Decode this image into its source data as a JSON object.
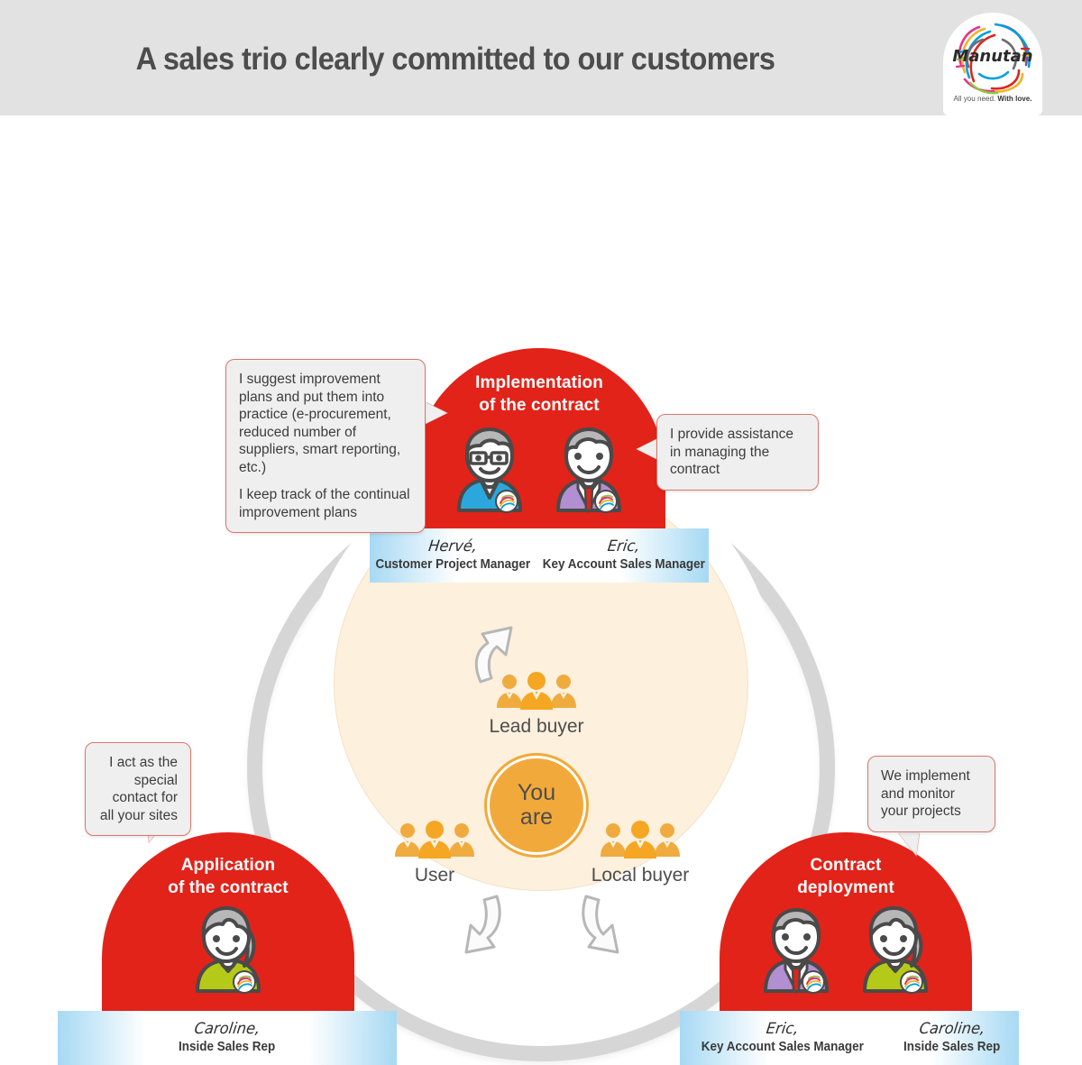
{
  "header": {
    "title": "A sales trio clearly committed to our customers",
    "logo": {
      "wordmark": "Manutan",
      "tagline_light": "All you need. ",
      "tagline_bold": "With love."
    }
  },
  "center": {
    "you_are": "You\nare",
    "roles": [
      {
        "id": "lead-buyer",
        "label": "Lead buyer"
      },
      {
        "id": "user",
        "label": "User"
      },
      {
        "id": "local-buyer",
        "label": "Local buyer"
      }
    ]
  },
  "nodes": {
    "top": {
      "title_line1": "Implementation",
      "title_line2": "of the contract",
      "people": [
        {
          "name": "Hervé,",
          "role": "Customer Project Manager"
        },
        {
          "name": "Eric,",
          "role": "Key Account Sales Manager"
        }
      ]
    },
    "left": {
      "title_line1": "Application",
      "title_line2": "of the contract",
      "people": [
        {
          "name": "Caroline,",
          "role": "Inside Sales Rep"
        }
      ]
    },
    "right": {
      "title_line1": "Contract",
      "title_line2": "deployment",
      "people": [
        {
          "name": "Eric,",
          "role": "Key Account Sales Manager"
        },
        {
          "name": "Caroline,",
          "role": "Inside Sales Rep"
        }
      ]
    }
  },
  "bubbles": {
    "top_left_p1": "I suggest improvement plans and put them into practice (e-procurement, reduced number of suppliers, smart reporting, etc.)",
    "top_left_p2": "I keep track of the continual improvement plans",
    "top_right": "I provide assistance in managing the contract",
    "left": "I act as the special contact for all your sites",
    "right": "We implement and monitor your projects"
  },
  "colors": {
    "red": "#e2231a",
    "orange": "#f2a93b",
    "cream": "#fdf0dd",
    "gray_ring": "#d6d6d6",
    "header_bg": "#e2e2e2",
    "title_text": "#4d4d4d",
    "ribbon_blue": "#a8daf3",
    "bubble_bg": "#efefef",
    "bubble_border": "#d9766c"
  }
}
